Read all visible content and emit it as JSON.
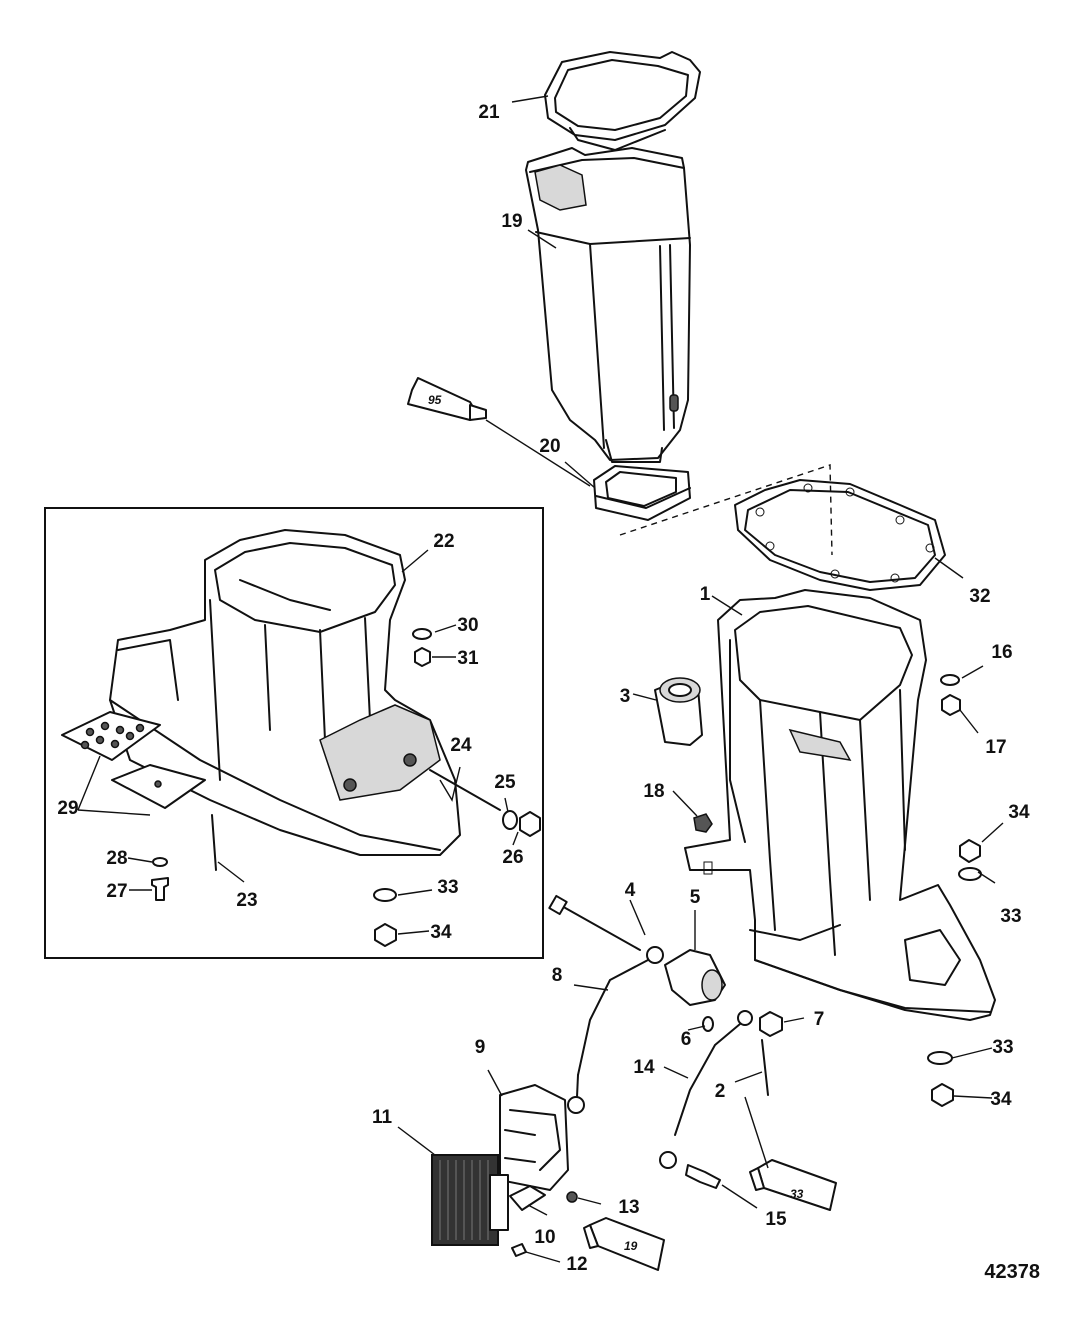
{
  "figure": {
    "number": "42378",
    "callouts": [
      "1",
      "2",
      "3",
      "4",
      "5",
      "6",
      "7",
      "8",
      "9",
      "10",
      "11",
      "12",
      "13",
      "14",
      "15",
      "16",
      "17",
      "18",
      "19",
      "20",
      "21",
      "22",
      "23",
      "24",
      "25",
      "26",
      "27",
      "28",
      "29",
      "30",
      "31",
      "32",
      "33",
      "34"
    ],
    "tubes": {
      "sealant_95": "95",
      "sealant_33": "33",
      "sealant_19": "19"
    }
  }
}
